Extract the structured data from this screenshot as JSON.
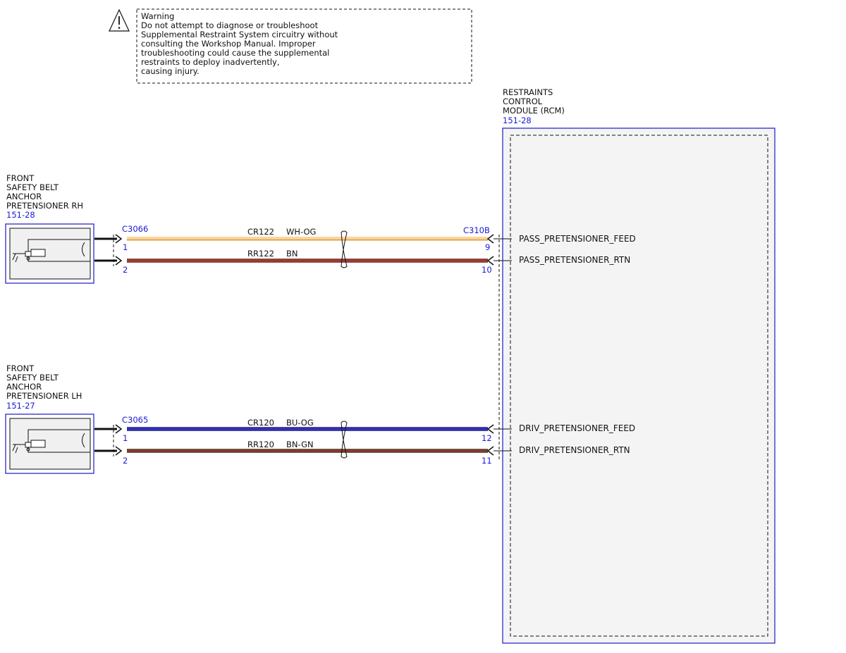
{
  "warning": {
    "icon": "warning-triangle-icon",
    "lines": [
      "Warning",
      "Do not attempt to diagnose or troubleshoot",
      "Supplemental Restraint System circuitry without",
      "consulting the Workshop Manual. Improper",
      "troubleshooting could cause the supplemental",
      "restraints to deploy inadvertently,",
      "causing injury."
    ]
  },
  "rcm": {
    "title_lines": [
      "RESTRAINTS",
      "CONTROL",
      "MODULE (RCM)"
    ],
    "ref": "151-28",
    "connector": "C310B"
  },
  "components": {
    "rh": {
      "title_lines": [
        "FRONT",
        "SAFETY BELT",
        "ANCHOR",
        "PRETENSIONER RH"
      ],
      "ref": "151-28",
      "connector": "C3066",
      "icon": "pretensioner-icon"
    },
    "lh": {
      "title_lines": [
        "FRONT",
        "SAFETY BELT",
        "ANCHOR",
        "PRETENSIONER LH"
      ],
      "ref": "151-27",
      "connector": "C3065",
      "icon": "pretensioner-icon"
    }
  },
  "circuits": {
    "rh_feed": {
      "circuit": "CR122",
      "color_code": "WH-OG",
      "pin_left": "1",
      "pin_right": "9",
      "signal": "PASS_PRETENSIONER_FEED"
    },
    "rh_rtn": {
      "circuit": "RR122",
      "color_code": "BN",
      "pin_left": "2",
      "pin_right": "10",
      "signal": "PASS_PRETENSIONER_RTN"
    },
    "lh_feed": {
      "circuit": "CR120",
      "color_code": "BU-OG",
      "pin_left": "1",
      "pin_right": "12",
      "signal": "DRIV_PRETENSIONER_FEED"
    },
    "lh_rtn": {
      "circuit": "RR120",
      "color_code": "BN-GN",
      "pin_left": "2",
      "pin_right": "11",
      "signal": "DRIV_PRETENSIONER_RTN"
    }
  },
  "colors": {
    "reference_blue": "#1a1ad8",
    "wire_white_orange": [
      "#f5d08a",
      "#e8a13c"
    ],
    "wire_brown": "#8b3a2e",
    "wire_blue": "#2b2bb8",
    "wire_brown_green": "#7a3a2a",
    "module_fill": "#f2f2f2"
  }
}
